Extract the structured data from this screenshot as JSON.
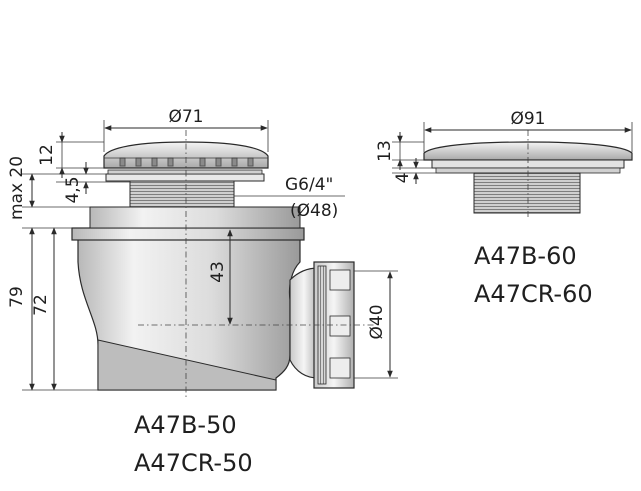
{
  "left_drawing": {
    "dim_top_diameter": "Ø71",
    "dim_cap_height": "12",
    "dim_flange_gap": "4,5",
    "dim_max": "max 20",
    "dim_total_height": "79",
    "dim_body_height": "72",
    "dim_thread": "G6/4\"",
    "dim_thread_diameter": "(Ø48)",
    "dim_center_height": "43",
    "dim_outlet_diameter": "Ø40",
    "model_line1": "A47B-50",
    "model_line2": "A47CR-50"
  },
  "right_drawing": {
    "dim_top_diameter": "Ø91",
    "dim_cap_height": "13",
    "dim_flange_gap": "4",
    "model_line1": "A47B-60",
    "model_line2": "A47CR-60"
  }
}
